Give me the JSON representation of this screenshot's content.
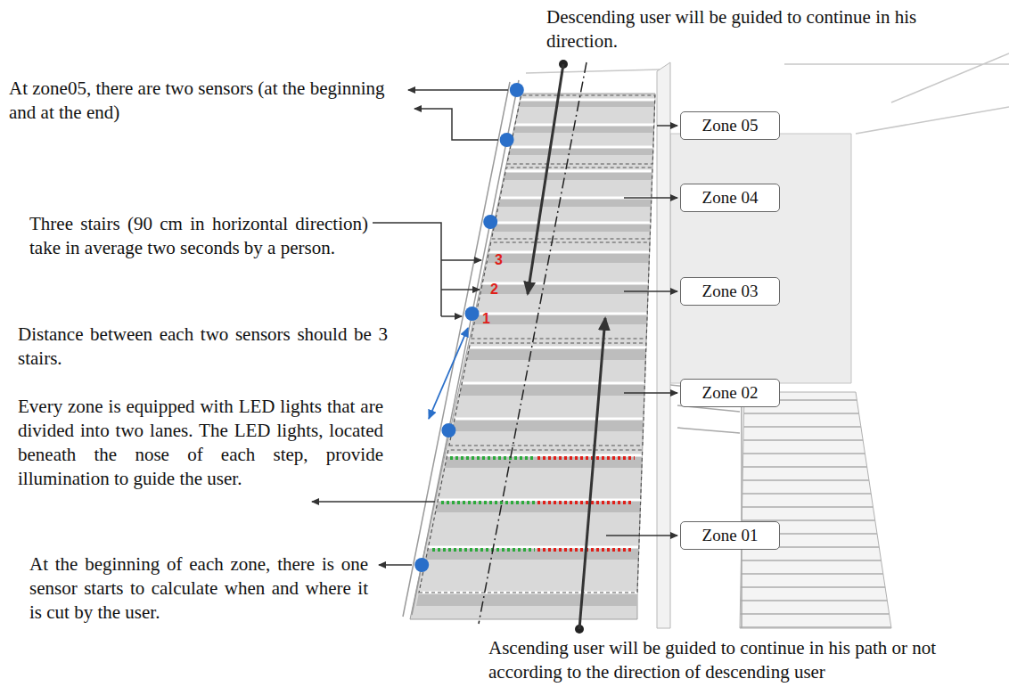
{
  "diagram": {
    "nodes": [
      {
        "text": [
          "Zone 05"
        ]
      },
      {
        "text": [
          "Zone 04"
        ]
      },
      {
        "text": [
          "Zone 03"
        ]
      },
      {
        "text": [
          "Zone 02"
        ]
      },
      {
        "text": [
          "Zone 01"
        ]
      }
    ],
    "labels": [
      "Descending user will be guided to continue in his direction.",
      "At zone05, there are two sensors (at the beginning and at the end)",
      "Three stairs (90 cm in horizontal direction) take in average two seconds by a person.",
      "3",
      "2",
      "1",
      "Distance between each two sensors should be 3 stairs.",
      "Every zone is equipped with LED lights that are divided into two lanes. The LED lights, located beneath the nose of each step, provide illumination to guide the user.",
      "At the beginning of each zone, there is one sensor starts to calculate when and where it is cut by the user.",
      "Ascending user will be guided to continue in his path or not according to the direction of descending user"
    ]
  }
}
